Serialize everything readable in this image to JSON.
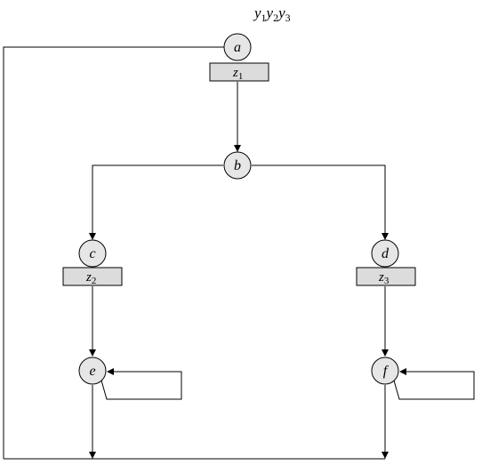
{
  "header": {
    "var1": "y",
    "var1_sub": "1",
    "var2": "y",
    "var2_sub": "2",
    "var3": "y",
    "var3_sub": "3"
  },
  "states": {
    "a": "a",
    "b": "b",
    "c": "c",
    "d": "d",
    "e": "e",
    "f": "f"
  },
  "outputs": {
    "z1": {
      "name": "z",
      "sub": "1"
    },
    "z2": {
      "name": "z",
      "sub": "2"
    },
    "z3": {
      "name": "z",
      "sub": "3"
    }
  },
  "colors": {
    "node_fill": "#e6e6e6",
    "box_fill": "#dcdcdc",
    "line": "#000000"
  }
}
